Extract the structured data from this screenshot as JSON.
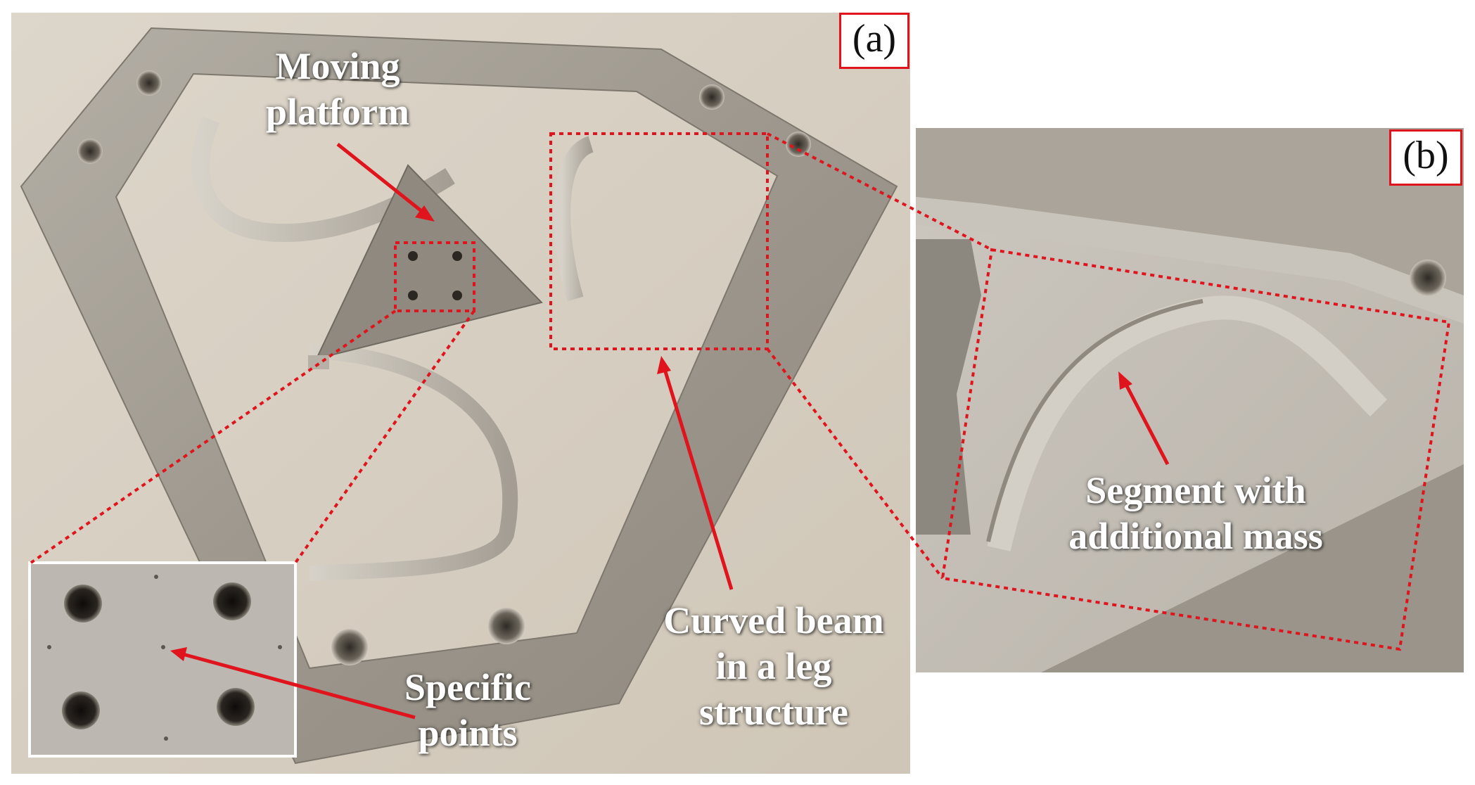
{
  "labels": {
    "panel_a": "(a)",
    "panel_b": "(b)",
    "moving_platform": "Moving\nplatform",
    "curved_beam": "Curved beam\nin a leg\nstructure",
    "specific_points": "Specific\npoints",
    "segment_mass": "Segment with\nadditional mass"
  },
  "colors": {
    "annotation": "#e0141c",
    "label_text": "#ffffff",
    "metal": "#a9a398",
    "background": "#d9d2c6"
  }
}
